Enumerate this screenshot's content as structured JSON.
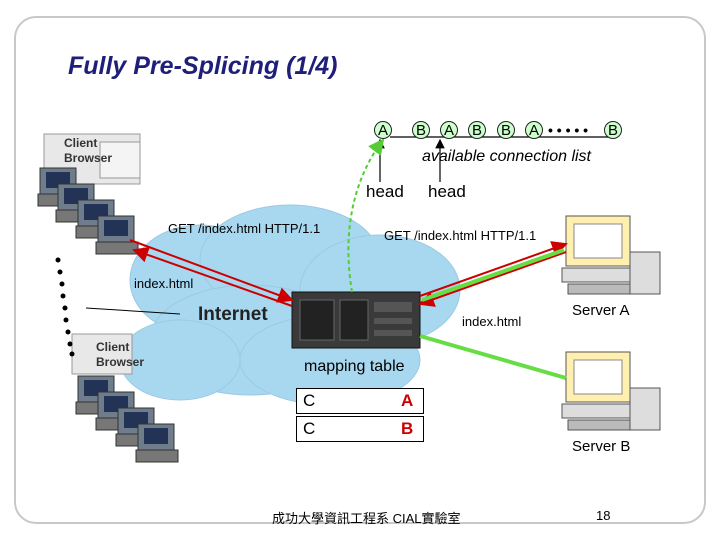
{
  "slide": {
    "title": "Fully Pre-Splicing (1/4)",
    "footer": "成功大學資訊工程系 CIAL實驗室",
    "page_number": "18"
  },
  "conn_list": {
    "nodes": [
      "A",
      "B",
      "A",
      "B",
      "B",
      "A",
      "B"
    ],
    "ellipsis": "• • • • •",
    "label": "available connection list",
    "head_label_1": "head",
    "head_label_2": "head"
  },
  "requests": {
    "client_request": "GET /index.html HTTP/1.1",
    "server_request": "GET /index.html HTTP/1.1",
    "client_response": "index.html",
    "server_response": "index.html"
  },
  "network": {
    "cloud_label": "Internet",
    "client_top_label": "Client Browser",
    "client_bottom_label": "Client Browser",
    "server_a_label": "Server A",
    "server_b_label": "Server B"
  },
  "mapping": {
    "title": "mapping table",
    "rows": [
      {
        "left": "C",
        "right": "A"
      },
      {
        "left": "C",
        "right": "B"
      }
    ],
    "right_color": "#cc0000"
  },
  "colors": {
    "title": "#1f1f7a",
    "arrow_red": "#cc0000",
    "arrow_green": "#66dd44",
    "node_fill": "#ccffcc",
    "cloud": "#a8d8f0"
  }
}
